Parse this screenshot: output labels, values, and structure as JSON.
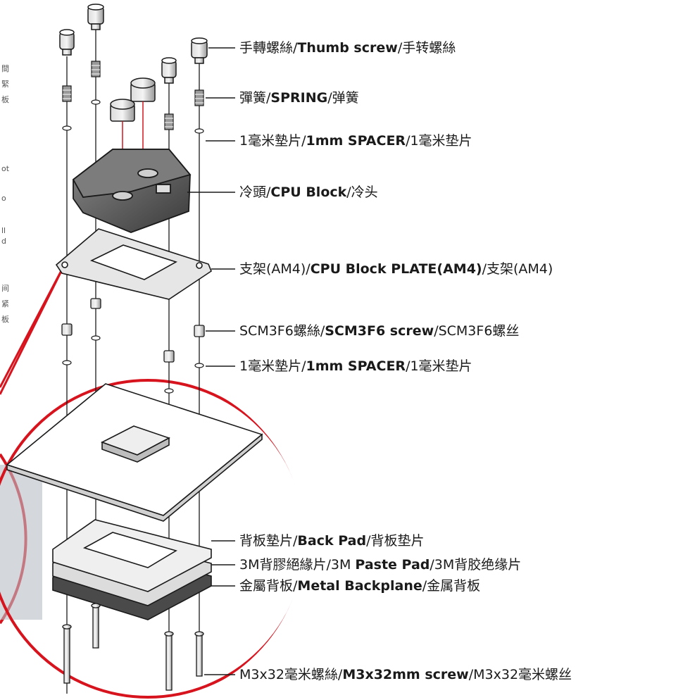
{
  "labels": [
    {
      "key": "thumb",
      "pre": "手轉螺絲/",
      "bold": "Thumb screw",
      "post": "/手转螺絲"
    },
    {
      "key": "spring",
      "pre": "彈簧/",
      "bold": "SPRING",
      "post": "/弹簧"
    },
    {
      "key": "spacer1",
      "pre": "1毫米墊片/",
      "bold": "1mm SPACER",
      "post": "/1毫米垫片"
    },
    {
      "key": "block",
      "pre": "冷頭/",
      "bold": "CPU Block",
      "post": "/冷头"
    },
    {
      "key": "plate",
      "pre": "支架(AM4)/",
      "bold": "CPU Block PLATE(AM4)",
      "post": "/支架(AM4)"
    },
    {
      "key": "scm",
      "pre": "SCM3F6螺絲/",
      "bold": "SCM3F6 screw",
      "post": "/SCM3F6螺丝"
    },
    {
      "key": "spacer2",
      "pre": "1毫米墊片/",
      "bold": "1mm SPACER",
      "post": "/1毫米垫片"
    },
    {
      "key": "backpad",
      "pre": "背板墊片/",
      "bold": "Back Pad",
      "post": "/背板垫片"
    },
    {
      "key": "paste",
      "pre": "3M背膠絕緣片/3M ",
      "bold": "Paste Pad",
      "post": "/3M背胶绝缘片"
    },
    {
      "key": "metal",
      "pre": "金屬背板/",
      "bold": "Metal Backplane",
      "post": "/金属背板"
    },
    {
      "key": "m3",
      "pre": "M3x32毫米螺絲/",
      "bold": "M3x32mm screw",
      "post": "/M3x32毫米螺丝"
    }
  ],
  "side_fragments": [
    "間",
    "緊",
    "板",
    "ot",
    "o",
    "ll",
    "d",
    "间",
    "紧",
    "板"
  ],
  "colors": {
    "accent": "#d7141e",
    "line": "#1a1a1a"
  }
}
